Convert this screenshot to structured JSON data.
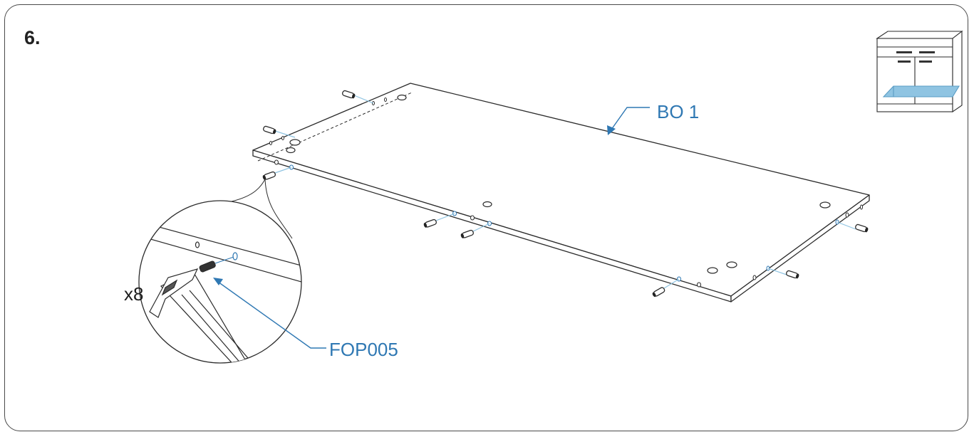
{
  "instruction": {
    "step_number": "6.",
    "quantity": "x8"
  },
  "parts": {
    "panel_label": "BO 1",
    "dowel_label": "FOP005"
  },
  "colors": {
    "line": "#2b2b2b",
    "accent": "#2f78b3",
    "highlight": "#8fc4e2"
  },
  "icons": [
    "hammer-icon",
    "cabinet-thumbnail-icon",
    "wood-dowel-icon"
  ]
}
